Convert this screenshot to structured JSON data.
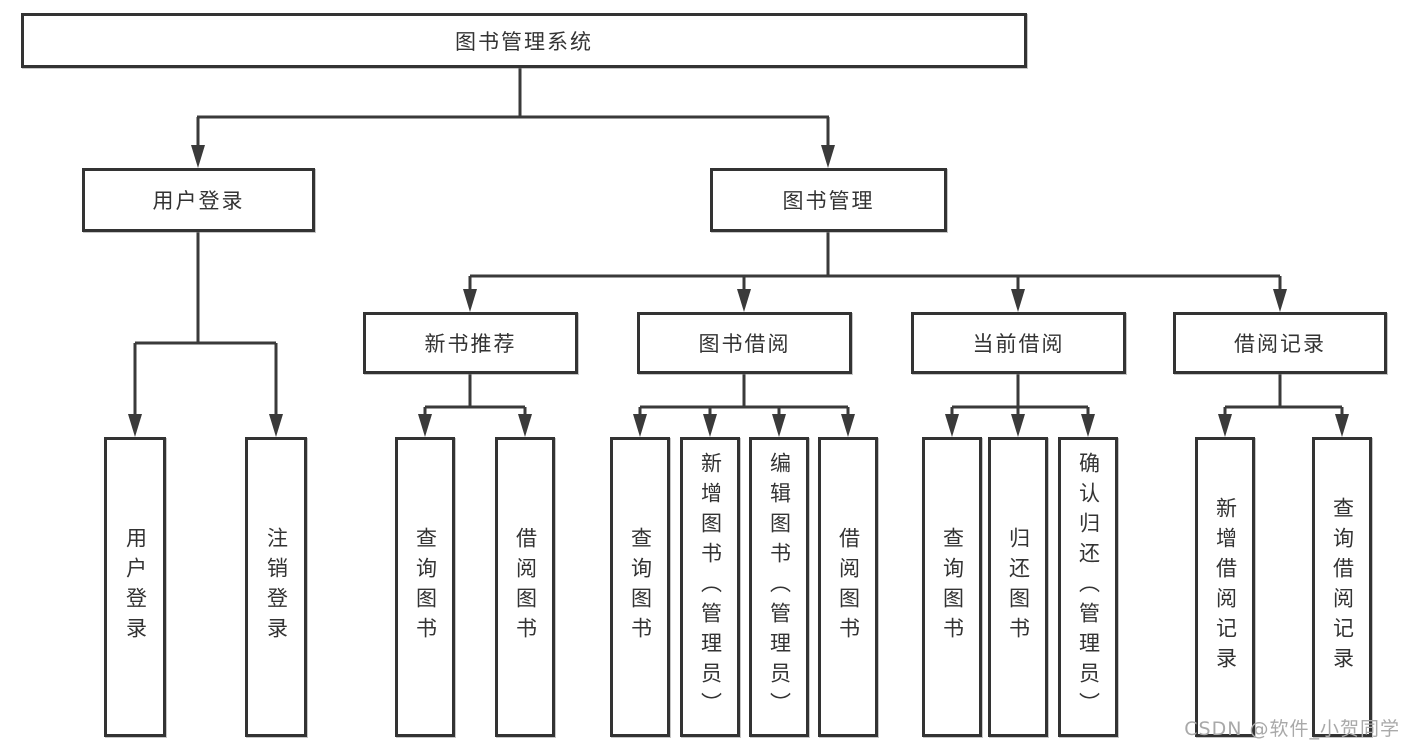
{
  "colors": {
    "line-color": "#3a3a3a",
    "border-color": "#333333",
    "text-color": "#333333",
    "watermark-color": "#a9a9a9",
    "canvas-bg": "#ffffff"
  },
  "watermark": {
    "text": "CSDN @软件_小贺同学"
  },
  "tree": {
    "label": "图书管理系统",
    "children": [
      {
        "label": "用户登录",
        "children": [
          {
            "label": "用户登录"
          },
          {
            "label": "注销登录"
          }
        ]
      },
      {
        "label": "图书管理",
        "children": [
          {
            "label": "新书推荐",
            "children": [
              {
                "label": "查询图书"
              },
              {
                "label": "借阅图书"
              }
            ]
          },
          {
            "label": "图书借阅",
            "children": [
              {
                "label": "查询图书"
              },
              {
                "label": "新增图书（管理员）"
              },
              {
                "label": "编辑图书（管理员）"
              },
              {
                "label": "借阅图书"
              }
            ]
          },
          {
            "label": "当前借阅",
            "children": [
              {
                "label": "查询图书"
              },
              {
                "label": "归还图书"
              },
              {
                "label": "确认归还（管理员）"
              }
            ]
          },
          {
            "label": "借阅记录",
            "children": [
              {
                "label": "新增借阅记录"
              },
              {
                "label": "查询借阅记录"
              }
            ]
          }
        ]
      }
    ]
  }
}
